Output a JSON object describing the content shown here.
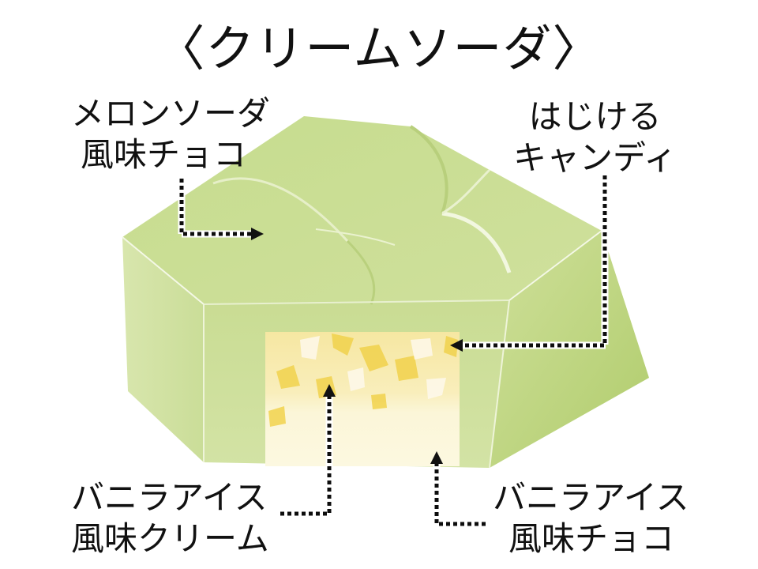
{
  "title": "〈クリームソーダ〉",
  "labels": {
    "melon_soda_choco": {
      "line1": "メロンソーダ",
      "line2": "風味チョコ"
    },
    "popping_candy": {
      "line1": "はじける",
      "line2": "キャンディ"
    },
    "vanilla_cream": {
      "line1": "バニラアイス",
      "line2": "風味クリーム"
    },
    "vanilla_choco": {
      "line1": "バニラアイス",
      "line2": "風味チョコ"
    }
  },
  "colors": {
    "chocolate_shell": "#c9dc92",
    "chocolate_shadow": "#b3cf78",
    "highlight": "#eef5d6",
    "cream": "#fbf5d2",
    "candy": "#f2d54a",
    "leader_line": "#111111"
  }
}
